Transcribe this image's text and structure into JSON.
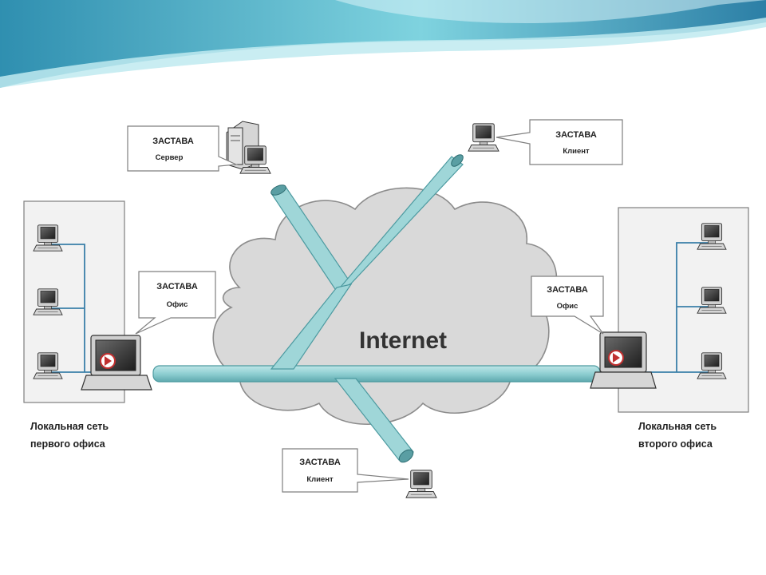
{
  "diagram": {
    "cloud_label": "Internet",
    "callouts": {
      "server": {
        "title": "ЗАСТАВА",
        "subtitle": "Сервер"
      },
      "client_top": {
        "title": "ЗАСТАВА",
        "subtitle": "Клиент"
      },
      "office_left": {
        "title": "ЗАСТАВА",
        "subtitle": "Офис"
      },
      "office_right": {
        "title": "ЗАСТАВА",
        "subtitle": "Офис"
      },
      "client_bottom": {
        "title": "ЗАСТАВА",
        "subtitle": "Клиент"
      }
    },
    "lan_left": {
      "line1": "Локальная сеть",
      "line2": "первого офиса"
    },
    "lan_right": {
      "line1": "Локальная сеть",
      "line2": "второго офиса"
    }
  },
  "colors": {
    "header_teal": "#5ec6d6",
    "tube_fill": "#9fd6d8",
    "tube_edge": "#4c9aa0",
    "cloud_fill": "#d9d9d9",
    "cloud_edge": "#8c8c8c",
    "lan_box_fill": "#f2f2f2",
    "lan_box_edge": "#7f7f7f",
    "lan_wire": "#3a7fa8"
  }
}
